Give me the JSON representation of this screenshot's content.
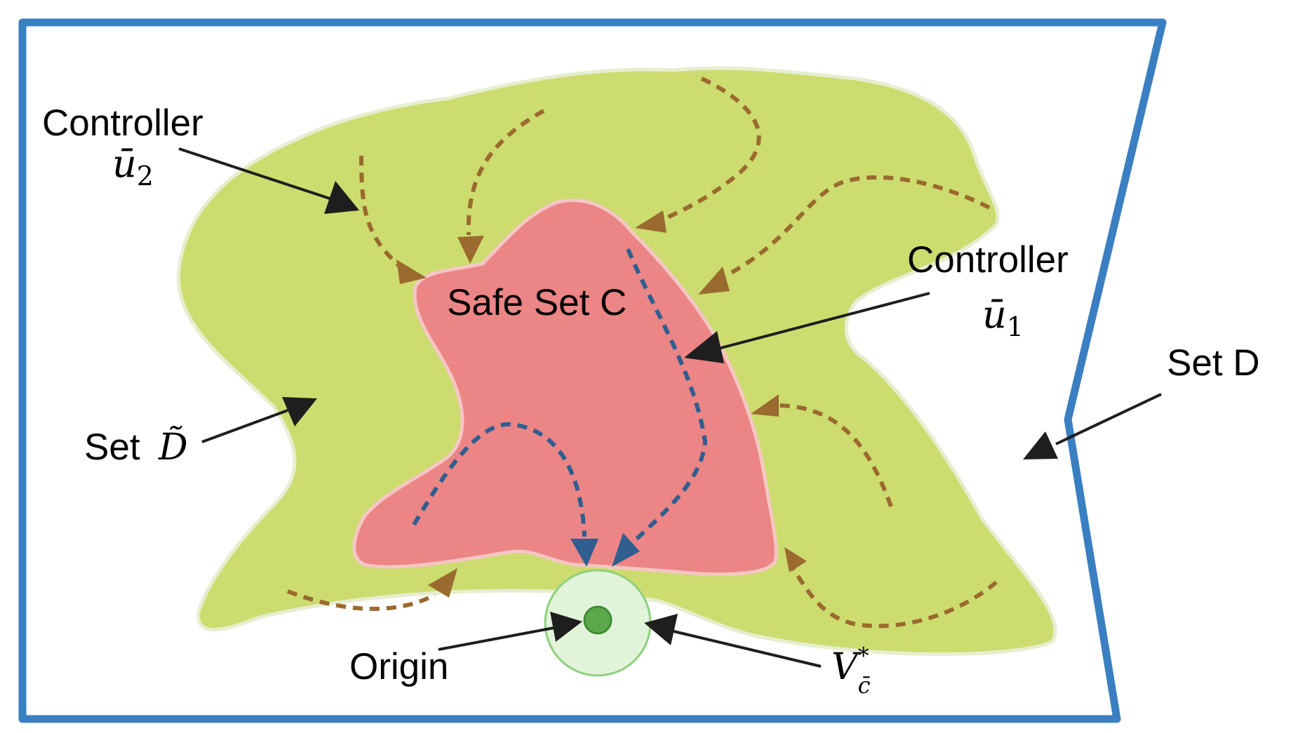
{
  "labels": {
    "controller_u2": "Controller",
    "controller_u2_symbol": "ū",
    "controller_u2_sub": "2",
    "controller_u1": "Controller",
    "controller_u1_symbol": "ū",
    "controller_u1_sub": "1",
    "safe_set": "Safe Set C",
    "set_d_tilde": "Set",
    "set_d_tilde_symbol": "D̃",
    "set_d": "Set D",
    "origin": "Origin",
    "v_symbol": "V",
    "v_sup": "*",
    "v_sub": "c̄"
  },
  "colors": {
    "border": "#3a7fc1",
    "outer_set": "#cddc6f",
    "outer_set_edge": "#e6eed0",
    "safe_set": "#ec8586",
    "safe_set_edge": "#f5c7c4",
    "brown_flow": "#9a6a2e",
    "blue_flow": "#2f5e8f",
    "origin_region": "#e1f4da",
    "origin_region_edge": "#8fcf7e",
    "origin_dot": "#5aa84a"
  }
}
